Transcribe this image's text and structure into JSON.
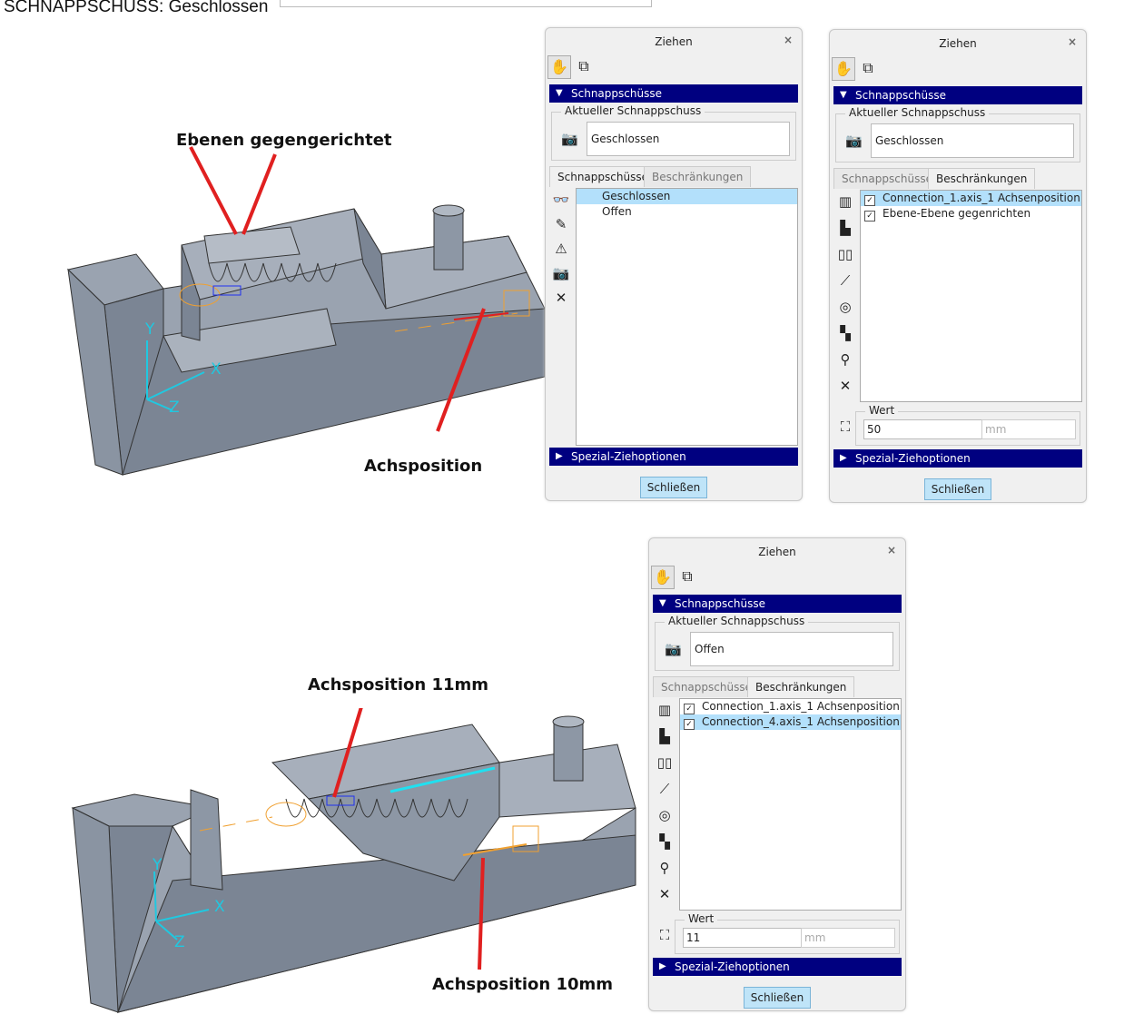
{
  "header": {
    "title": "SCHNAPPSCHUSS: Geschlossen"
  },
  "annotations": {
    "top_planes": "Ebenen gegengerichtet",
    "top_axis": "Achsposition",
    "bottom_axis11": "Achsposition 11mm",
    "bottom_axis10": "Achsposition 10mm"
  },
  "axes": {
    "x": "X",
    "y": "Y",
    "z": "Z"
  },
  "colors": {
    "section_header": "#000080",
    "selected_row": "#b3e0fb",
    "arrow": "#e02020"
  },
  "dialogs": [
    {
      "title": "Ziehen",
      "close": "×",
      "section": "Schnappschüsse",
      "current_label": "Aktueller Schnappschuss",
      "current_value": "Geschlossen",
      "tabs": [
        "Schnappschüsse",
        "Beschränkungen"
      ],
      "active_tab": 0,
      "items": [
        {
          "label": "Geschlossen",
          "selected": true
        },
        {
          "label": "Offen",
          "selected": false
        }
      ],
      "special": "Spezial-Ziehoptionen",
      "close_button": "Schließen"
    },
    {
      "title": "Ziehen",
      "close": "×",
      "section": "Schnappschüsse",
      "current_label": "Aktueller Schnappschuss",
      "current_value": "Geschlossen",
      "tabs": [
        "Schnappschüsse",
        "Beschränkungen"
      ],
      "active_tab": 1,
      "items": [
        {
          "label": "Connection_1.axis_1 Achsenposition",
          "checked": true,
          "selected": true
        },
        {
          "label": "Ebene-Ebene gegenrichten",
          "checked": true,
          "selected": false
        }
      ],
      "value_label": "Wert",
      "value": "50",
      "unit": "mm",
      "special": "Spezial-Ziehoptionen",
      "close_button": "Schließen"
    },
    {
      "title": "Ziehen",
      "close": "×",
      "section": "Schnappschüsse",
      "current_label": "Aktueller Schnappschuss",
      "current_value": "Offen",
      "tabs": [
        "Schnappschüsse",
        "Beschränkungen"
      ],
      "active_tab": 1,
      "items": [
        {
          "label": "Connection_1.axis_1 Achsenposition",
          "checked": true,
          "selected": false
        },
        {
          "label": "Connection_4.axis_1 Achsenposition",
          "checked": true,
          "selected": true
        }
      ],
      "value_label": "Wert",
      "value": "11",
      "unit": "mm",
      "special": "Spezial-Ziehoptionen",
      "close_button": "Schließen"
    }
  ]
}
